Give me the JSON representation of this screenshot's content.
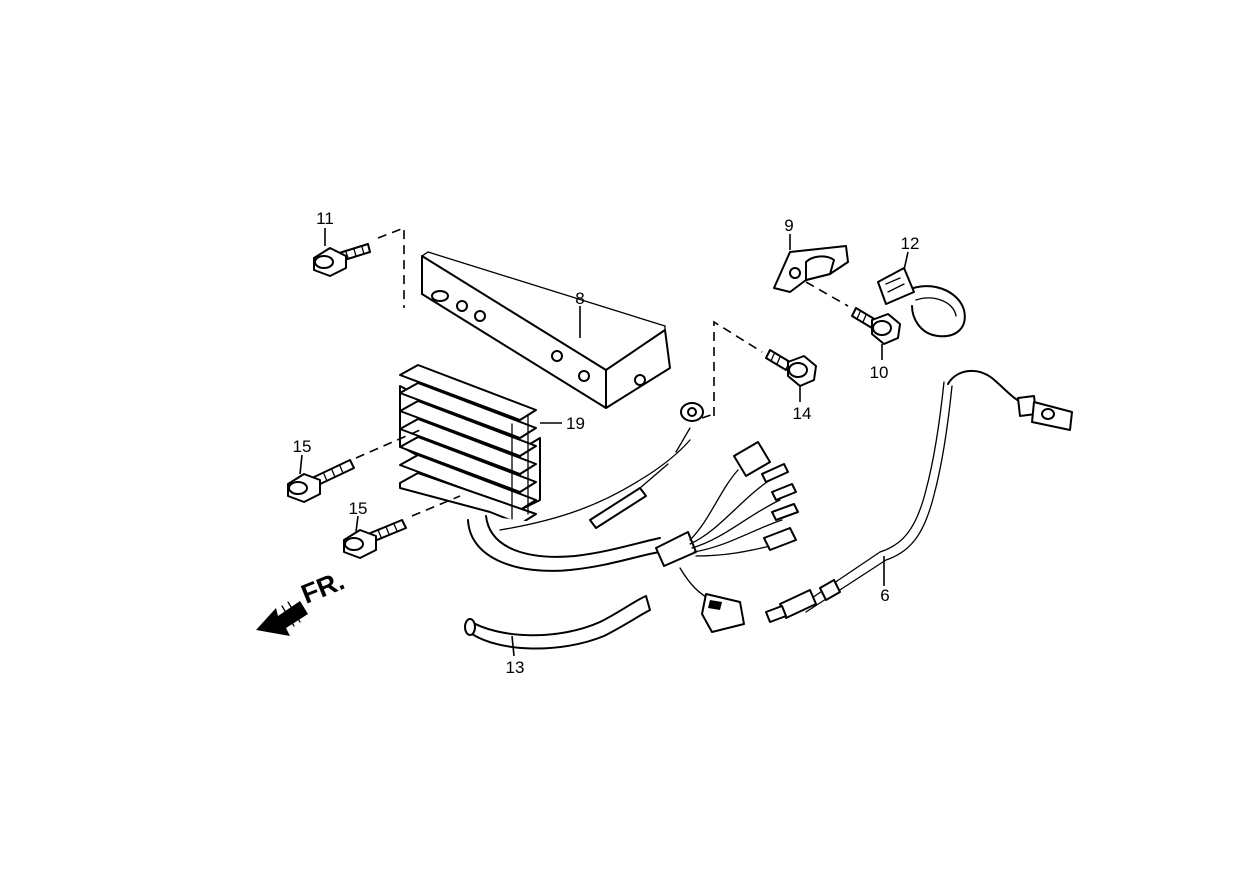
{
  "callouts": {
    "c6": "6",
    "c8": "8",
    "c9": "9",
    "c10": "10",
    "c11": "11",
    "c12": "12",
    "c13": "13",
    "c14": "14",
    "c15a": "15",
    "c15b": "15",
    "c19": "19"
  },
  "direction_marker": "FR."
}
